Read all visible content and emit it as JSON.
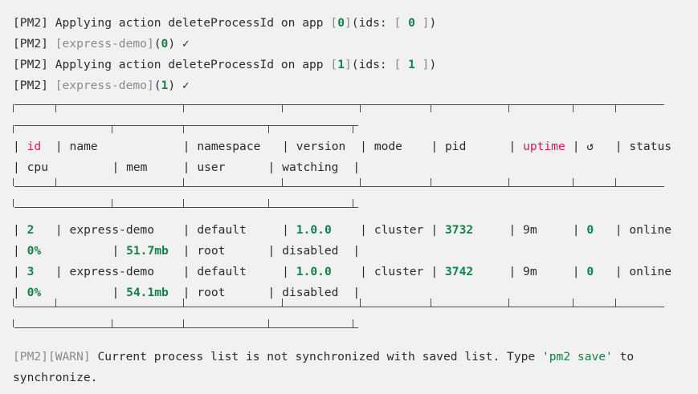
{
  "terminal": {
    "background": "#f1f1f1",
    "foreground": "#2b2b2b",
    "accent_green": "#14804a",
    "accent_crimson": "#d81b52",
    "dim": "#8a8a8a",
    "border": "#4a4a4a"
  },
  "log_lines": [
    {
      "prefix": "[PM2]",
      "segments": [
        {
          "text": "[PM2] Applying action deleteProcessId on app ",
          "style": "default"
        },
        {
          "text": "[",
          "style": "dim"
        },
        {
          "text": "0",
          "style": "green"
        },
        {
          "text": "]",
          "style": "dim"
        },
        {
          "text": "(ids: ",
          "style": "default"
        },
        {
          "text": "[ ",
          "style": "dim"
        },
        {
          "text": "0",
          "style": "green"
        },
        {
          "text": " ]",
          "style": "dim"
        },
        {
          "text": ")",
          "style": "default"
        }
      ],
      "plain": "[PM2] Applying action deleteProcessId on app [0](ids: [ 0 ])"
    },
    {
      "prefix": "[PM2]",
      "segments": [
        {
          "text": "[PM2] ",
          "style": "default"
        },
        {
          "text": "[express-demo]",
          "style": "dim"
        },
        {
          "text": "(",
          "style": "default"
        },
        {
          "text": "0",
          "style": "green"
        },
        {
          "text": ") ",
          "style": "default"
        },
        {
          "text": "✓",
          "style": "check"
        }
      ],
      "plain": "[PM2] [express-demo](0) ✓"
    },
    {
      "prefix": "[PM2]",
      "segments": [
        {
          "text": "[PM2] Applying action deleteProcessId on app ",
          "style": "default"
        },
        {
          "text": "[",
          "style": "dim"
        },
        {
          "text": "1",
          "style": "green"
        },
        {
          "text": "]",
          "style": "dim"
        },
        {
          "text": "(ids: ",
          "style": "default"
        },
        {
          "text": "[ ",
          "style": "dim"
        },
        {
          "text": "1",
          "style": "green"
        },
        {
          "text": " ]",
          "style": "dim"
        },
        {
          "text": ")",
          "style": "default"
        }
      ],
      "plain": "[PM2] Applying action deleteProcessId on app [1](ids: [ 1 ])"
    },
    {
      "prefix": "[PM2]",
      "segments": [
        {
          "text": "[PM2] ",
          "style": "default"
        },
        {
          "text": "[express-demo]",
          "style": "dim"
        },
        {
          "text": "(",
          "style": "default"
        },
        {
          "text": "1",
          "style": "green"
        },
        {
          "text": ") ",
          "style": "default"
        },
        {
          "text": "✓",
          "style": "check"
        }
      ],
      "plain": "[PM2] [express-demo](1) ✓"
    }
  ],
  "process_table": {
    "headers_line1": [
      {
        "label": "id",
        "style": "crimson"
      },
      {
        "label": "name",
        "style": "default"
      },
      {
        "label": "namespace",
        "style": "default"
      },
      {
        "label": "version",
        "style": "default"
      },
      {
        "label": "mode",
        "style": "default"
      },
      {
        "label": "pid",
        "style": "default"
      },
      {
        "label": "uptime",
        "style": "crimson"
      },
      {
        "label": "↺",
        "style": "default"
      },
      {
        "label": "status",
        "style": "default"
      }
    ],
    "headers_line2": [
      {
        "label": "cpu",
        "style": "default"
      },
      {
        "label": "mem",
        "style": "default"
      },
      {
        "label": "user",
        "style": "default"
      },
      {
        "label": "watching",
        "style": "default"
      }
    ],
    "rows": [
      {
        "id": "2",
        "name": "express-demo",
        "namespace": "default",
        "version": "1.0.0",
        "mode": "cluster",
        "pid": "3732",
        "uptime": "9m",
        "restarts": "0",
        "status": "online",
        "cpu": "0%",
        "mem": "51.7mb",
        "user": "root",
        "watching": "disabled"
      },
      {
        "id": "3",
        "name": "express-demo",
        "namespace": "default",
        "version": "1.0.0",
        "mode": "cluster",
        "pid": "3742",
        "uptime": "9m",
        "restarts": "0",
        "status": "online",
        "cpu": "0%",
        "mem": "54.1mb",
        "user": "root",
        "watching": "disabled"
      }
    ]
  },
  "warning": {
    "segments": [
      {
        "text": "[PM2]",
        "style": "dim"
      },
      {
        "text": "[WARN]",
        "style": "dim"
      },
      {
        "text": " Current process list is not synchronized with saved list. Type ",
        "style": "default"
      },
      {
        "text": "'pm2 save'",
        "style": "green-nb"
      },
      {
        "text": " to",
        "style": "default"
      }
    ],
    "line2": "synchronize.",
    "plain": "[PM2][WARN] Current process list is not synchronized with saved list. Type 'pm2 save' to synchronize."
  }
}
